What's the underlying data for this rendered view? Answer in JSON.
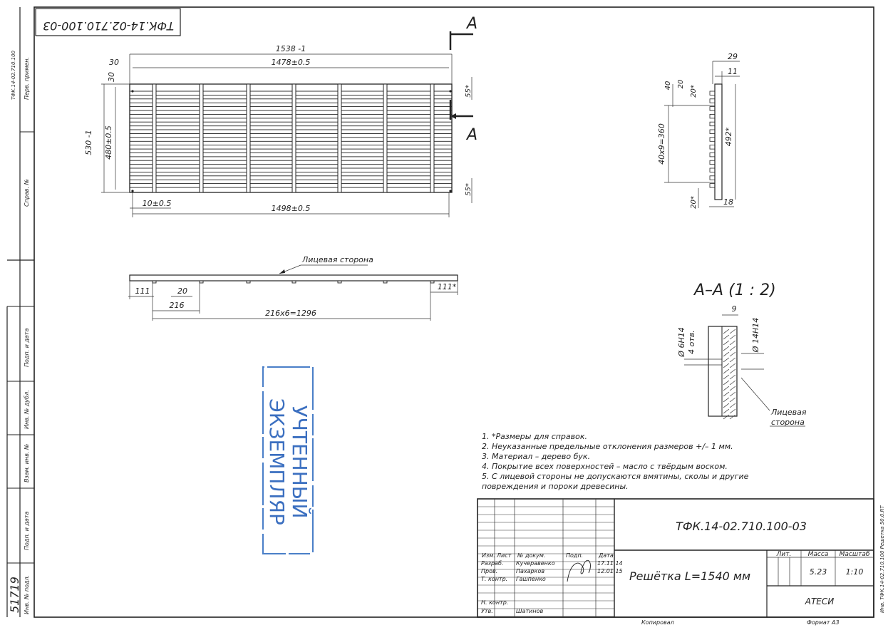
{
  "top_stamp": "ТФК.14-02.710.100-03",
  "margin_labels": [
    "Перв. примен.",
    "ТФК.14-02.710.100",
    "Справ. №",
    "Подп. и дата",
    "Инв. № дубл.",
    "Взам. инв. №",
    "Подп. и дата",
    "Инв. № подл.",
    "51719"
  ],
  "front_view": {
    "section_label": "А",
    "dims": {
      "overall": "1538 -1",
      "inner": "1478±0.5",
      "bottom": "1498±0.5",
      "left_offset": "10±0.5",
      "top_left_x": "30",
      "top_left_y": "30",
      "height_outer": "530 -1",
      "height_inner": "480±0.5",
      "right_top": "55*",
      "right_bottom": "55*"
    }
  },
  "top_view": {
    "face_label": "Лицевая сторона",
    "dims": {
      "left": "111",
      "gap": "20",
      "pitch": "216",
      "total": "216x6=1296",
      "right": "111*"
    }
  },
  "side_view": {
    "dims": {
      "width": "29",
      "flange": "11",
      "d40": "40",
      "d20": "20",
      "d20s": "20*",
      "pitch": "40x9=360",
      "height": "492*",
      "bottom": "20*",
      "base": "18"
    }
  },
  "section_view": {
    "title": "А–А  (1 : 2)",
    "dims": {
      "width": "9",
      "hole_small": "Ø 6Н14",
      "hole_count": "4 отв.",
      "hole_large": "Ø 14Н14"
    },
    "face_label_1": "Лицевая",
    "face_label_2": "сторона"
  },
  "notes": [
    "1.  *Размеры для справок.",
    "2.  Неуказанные предельные отклонения размеров +/– 1 мм.",
    "3.  Материал – дерево бук.",
    "4.  Покрытие всех поверхностей – масло с твёрдым воском.",
    "5.  С лицевой стороны не допускаются вмятины, сколы и другие",
    "     повреждения и пороки древесины."
  ],
  "stamp_text": "ЭКЗЕМПЛЯР",
  "stamp_text_2": "УЧТЕННЫЙ",
  "title_block": {
    "designation": "ТФК.14-02.710.100-03",
    "name": "Решётка L=1540 мм",
    "col_lit": "Лит.",
    "col_mass": "Масса",
    "col_scale": "Масштаб",
    "mass": "5.23",
    "scale": "1:10",
    "company": "АТЕСИ",
    "hdr_izm": "Изм.",
    "hdr_list": "Лист",
    "hdr_doc": "№ докум.",
    "hdr_sign": "Подп.",
    "hdr_date": "Дата",
    "r1_role": "Разраб.",
    "r1_name": "Кучеравенко",
    "r2_role": "Пров.",
    "r2_name": "Пахарков",
    "r3_role": "Т. контр.",
    "r3_name": "Гашпенко",
    "r4_role": "Н. контр.",
    "r5_role": "Утв.",
    "r5_name": "Шатинов",
    "date1": "17.11.14",
    "date2": "12.01.15",
    "copied": "Копировал",
    "format": "Формат А3",
    "side_note": "Инв. ТФК.14-02.710.100 Решетка 50.0.RT"
  }
}
